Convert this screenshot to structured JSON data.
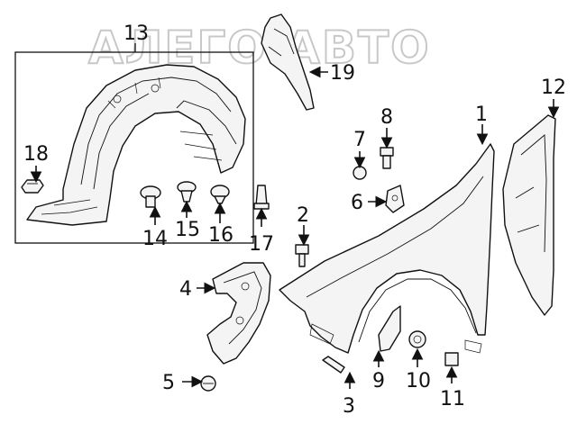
{
  "watermark": "АЛЕГО АВТО",
  "callouts": {
    "c1": "1",
    "c2": "2",
    "c3": "3",
    "c4": "4",
    "c5": "5",
    "c6": "6",
    "c7": "7",
    "c8": "8",
    "c9": "9",
    "c10": "10",
    "c11": "11",
    "c12": "12",
    "c13": "13",
    "c14": "14",
    "c15": "15",
    "c16": "16",
    "c17": "17",
    "c18": "18",
    "c19": "19"
  }
}
